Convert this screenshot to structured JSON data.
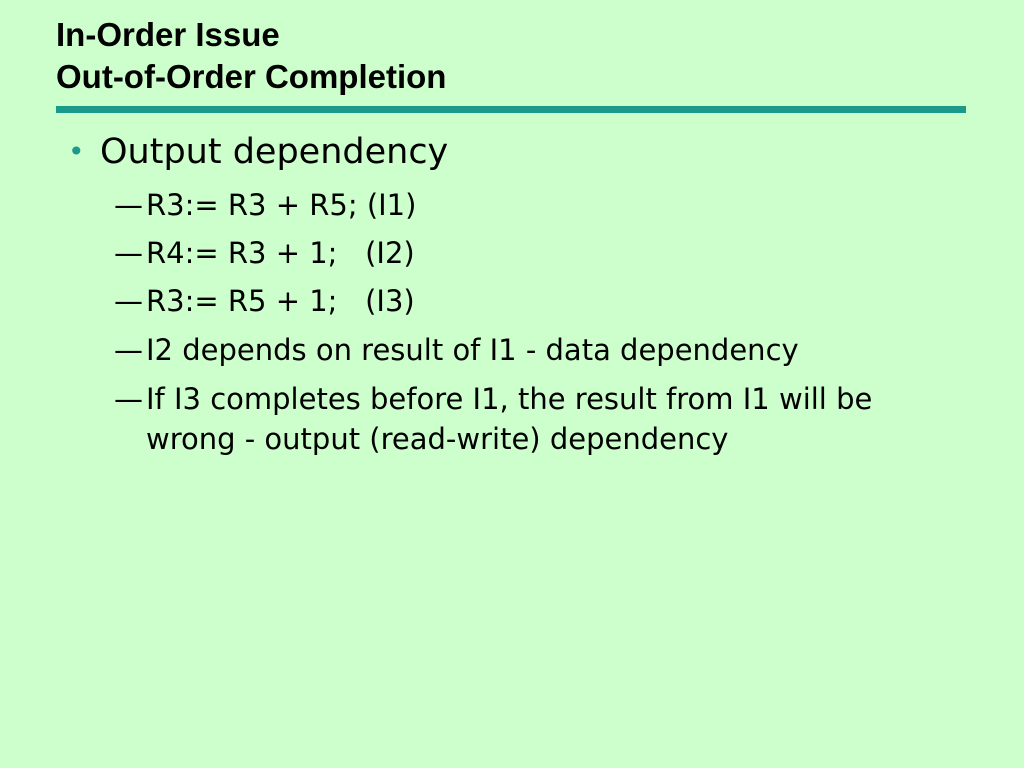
{
  "slide": {
    "title_line1": "In-Order Issue",
    "title_line2": "Out-of-Order Completion",
    "bullet": "Output dependency",
    "bullet_marker": "•",
    "dash_marker": "—",
    "sub_items": [
      "R3:= R3 + R5; (I1)",
      "R4:= R3 + 1;   (I2)",
      "R3:= R5 + 1;   (I3)",
      "I2 depends on result of I1 - data dependency",
      "If I3 completes before I1, the result from I1 will be wrong - output (read-write) dependency"
    ]
  },
  "colors": {
    "background": "#ccffcc",
    "accent": "#1a9a8a",
    "text": "#000000"
  }
}
